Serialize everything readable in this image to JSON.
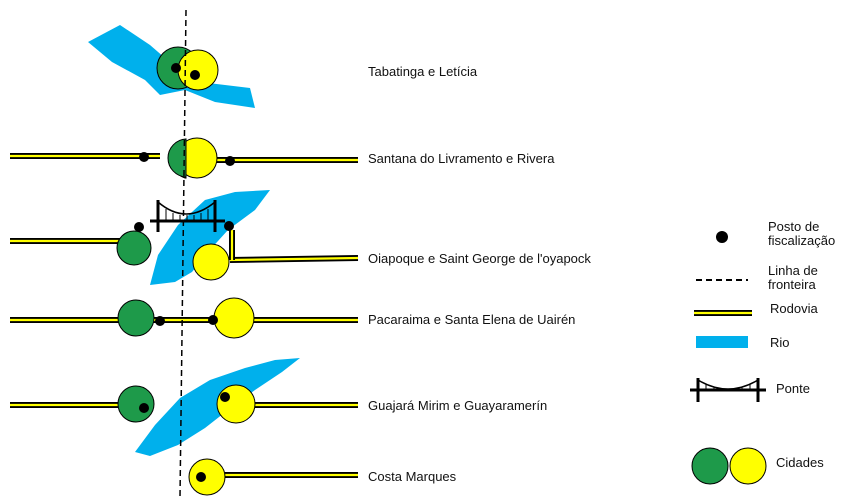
{
  "pairs": [
    {
      "id": "tabatinga",
      "label": "Tabatinga e Letícia"
    },
    {
      "id": "santana",
      "label": "Santana do Livramento e Rivera"
    },
    {
      "id": "oiapoque",
      "label": "Oiapoque e Saint George de l'oyapock"
    },
    {
      "id": "pacaraima",
      "label": "Pacaraima e Santa Elena de Uairén"
    },
    {
      "id": "guajara",
      "label": "Guajará Mirim e Guayaramerín"
    },
    {
      "id": "costa",
      "label": "Costa Marques"
    }
  ],
  "legend": {
    "posto_line1": "Posto de",
    "posto_line2": "fiscalização",
    "linha_line1": "Linha de",
    "linha_line2": "fronteira",
    "rodovia": "Rodovia",
    "rio": "Rio",
    "ponte": "Ponte",
    "cidades": "Cidades"
  },
  "colors": {
    "brazil_city": "#1e9a4a",
    "neighbor_city": "#ffff00",
    "river": "#00b0ec",
    "road_fill": "#ffff00",
    "border_line": "#000000"
  }
}
